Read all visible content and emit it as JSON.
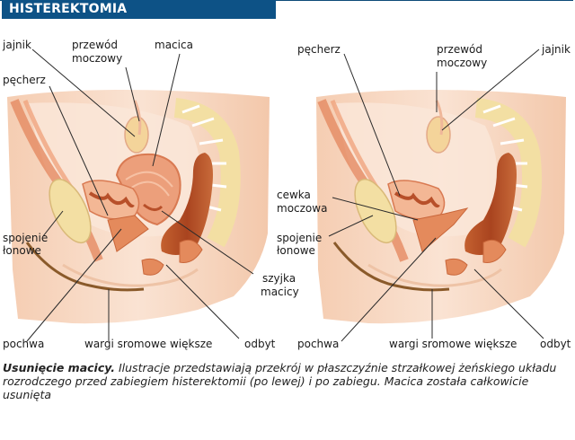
{
  "header": {
    "title": "HISTEREKTOMIA",
    "bar_color": "#0d5286",
    "text_color": "#ffffff"
  },
  "left_figure": {
    "description": "Przekrój strzałkowy przed histerektomią",
    "labels": {
      "jajnik": "jajnik",
      "przewod_line1": "przewód",
      "przewod_line2": "moczowy",
      "macica": "macica",
      "pecherz": "pęcherz",
      "spojenie_line1": "spojenie",
      "spojenie_line2": "łonowe",
      "szyjka_line1": "szyjka",
      "szyjka_line2": "macicy",
      "pochwa": "pochwa",
      "wargi": "wargi sromowe większe",
      "odbyt": "odbyt"
    }
  },
  "right_figure": {
    "description": "Przekrój strzałkowy po zabiegu",
    "labels": {
      "pecherz": "pęcherz",
      "przewod_line1": "przewód",
      "przewod_line2": "moczowy",
      "jajnik": "jajnik",
      "cewka_line1": "cewka",
      "cewka_line2": "moczowa",
      "spojenie_line1": "spojenie",
      "spojenie_line2": "łonowe",
      "pochwa": "pochwa",
      "wargi": "wargi sromowe większe",
      "odbyt": "odbyt"
    }
  },
  "colors": {
    "skin": "#f7d9c4",
    "skin_dark": "#eec3a6",
    "tissue": "#f3b795",
    "organ": "#e48a5c",
    "organ_dark": "#b8502a",
    "rectum": "#b5502a",
    "bone": "#f3dfa3",
    "hair": "#8a5a2a",
    "leader_line": "#2a2a2a"
  },
  "caption": {
    "lead": "Usunięcie macicy.",
    "text": " Ilustracje przedstawiają przekrój w płaszczyźnie strzałkowej żeńskiego układu rozrodczego przed zabiegiem histerektomii (po lewej) i po zabiegu. Macica została całkowicie usunięta"
  }
}
